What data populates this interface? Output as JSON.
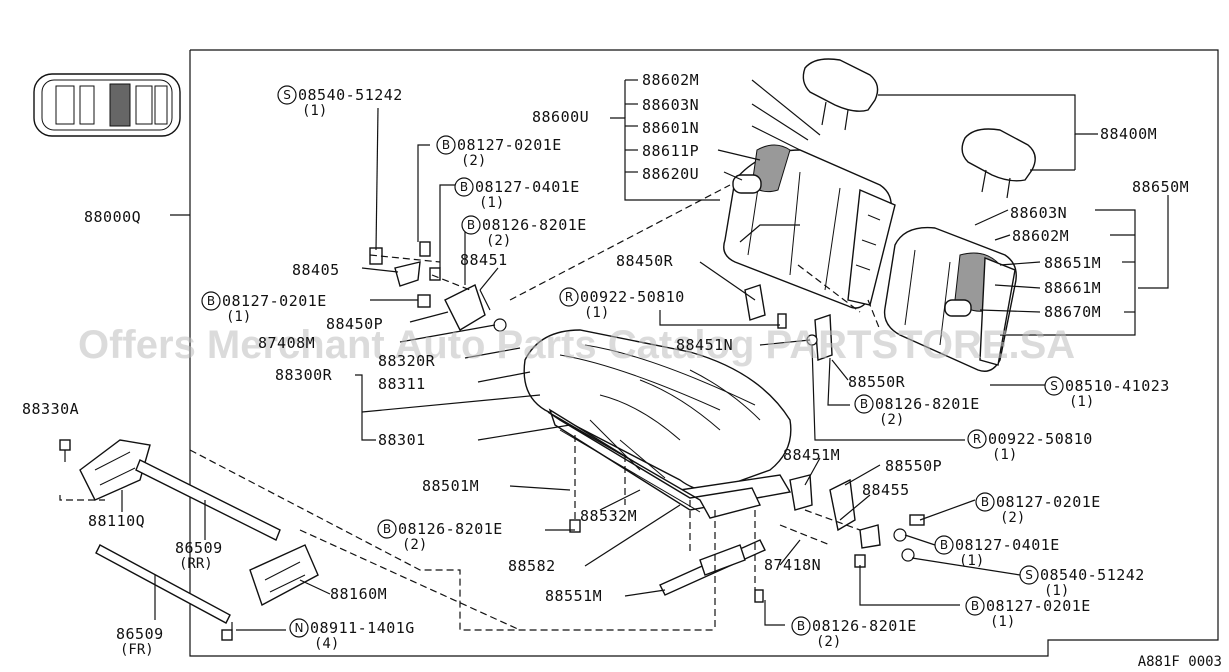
{
  "diagram_code": "A881F 0003",
  "watermark": "Offers Merchant Auto Parts Catalog PARTSTORE.SA",
  "parts": [
    {
      "prefix": "S",
      "number": "08540-51242",
      "qty": "(1)"
    },
    {
      "prefix": "B",
      "number": "08127-0201E",
      "qty": "(2)"
    },
    {
      "prefix": "B",
      "number": "08127-0401E",
      "qty": "(1)"
    },
    {
      "prefix": "B",
      "number": "08126-8201E",
      "qty": "(2)"
    },
    {
      "prefix": "",
      "number": "88405",
      "qty": ""
    },
    {
      "prefix": "",
      "number": "88451",
      "qty": ""
    },
    {
      "prefix": "B",
      "number": "08127-0201E",
      "qty": "(1)"
    },
    {
      "prefix": "",
      "number": "88450P",
      "qty": ""
    },
    {
      "prefix": "",
      "number": "87408M",
      "qty": ""
    },
    {
      "prefix": "",
      "number": "88320R",
      "qty": ""
    },
    {
      "prefix": "",
      "number": "88300R",
      "qty": ""
    },
    {
      "prefix": "",
      "number": "88311",
      "qty": ""
    },
    {
      "prefix": "",
      "number": "88301",
      "qty": ""
    },
    {
      "prefix": "",
      "number": "88000Q",
      "qty": ""
    },
    {
      "prefix": "",
      "number": "88330A",
      "qty": ""
    },
    {
      "prefix": "",
      "number": "88110Q",
      "qty": ""
    },
    {
      "prefix": "",
      "number": "86509",
      "qty": "(RR)"
    },
    {
      "prefix": "",
      "number": "86509",
      "qty": "(FR)"
    },
    {
      "prefix": "",
      "number": "88160M",
      "qty": ""
    },
    {
      "prefix": "N",
      "number": "08911-1401G",
      "qty": "(4)"
    },
    {
      "prefix": "",
      "number": "88501M",
      "qty": ""
    },
    {
      "prefix": "",
      "number": "88532M",
      "qty": ""
    },
    {
      "prefix": "B",
      "number": "08126-8201E",
      "qty": "(2)"
    },
    {
      "prefix": "",
      "number": "88582",
      "qty": ""
    },
    {
      "prefix": "",
      "number": "88551M",
      "qty": ""
    },
    {
      "prefix": "B",
      "number": "08126-8201E",
      "qty": "(2)"
    },
    {
      "prefix": "",
      "number": "87418N",
      "qty": ""
    },
    {
      "prefix": "",
      "number": "88602M",
      "qty": ""
    },
    {
      "prefix": "",
      "number": "88603N",
      "qty": ""
    },
    {
      "prefix": "",
      "number": "88600U",
      "qty": ""
    },
    {
      "prefix": "",
      "number": "88601N",
      "qty": ""
    },
    {
      "prefix": "",
      "number": "88611P",
      "qty": ""
    },
    {
      "prefix": "",
      "number": "88620U",
      "qty": ""
    },
    {
      "prefix": "",
      "number": "88400M",
      "qty": ""
    },
    {
      "prefix": "",
      "number": "88650M",
      "qty": ""
    },
    {
      "prefix": "",
      "number": "88603N",
      "qty": ""
    },
    {
      "prefix": "",
      "number": "88602M",
      "qty": ""
    },
    {
      "prefix": "",
      "number": "88651M",
      "qty": ""
    },
    {
      "prefix": "",
      "number": "88661M",
      "qty": ""
    },
    {
      "prefix": "",
      "number": "88670M",
      "qty": ""
    },
    {
      "prefix": "",
      "number": "88450R",
      "qty": ""
    },
    {
      "prefix": "R",
      "number": "00922-50810",
      "qty": "(1)"
    },
    {
      "prefix": "",
      "number": "88451N",
      "qty": ""
    },
    {
      "prefix": "",
      "number": "88550R",
      "qty": ""
    },
    {
      "prefix": "B",
      "number": "08126-8201E",
      "qty": "(2)"
    },
    {
      "prefix": "S",
      "number": "08510-41023",
      "qty": "(1)"
    },
    {
      "prefix": "R",
      "number": "00922-50810",
      "qty": "(1)"
    },
    {
      "prefix": "",
      "number": "88451M",
      "qty": ""
    },
    {
      "prefix": "",
      "number": "88550P",
      "qty": ""
    },
    {
      "prefix": "",
      "number": "88455",
      "qty": ""
    },
    {
      "prefix": "B",
      "number": "08127-0201E",
      "qty": "(2)"
    },
    {
      "prefix": "B",
      "number": "08127-0401E",
      "qty": "(1)"
    },
    {
      "prefix": "S",
      "number": "08540-51242",
      "qty": "(1)"
    },
    {
      "prefix": "B",
      "number": "08127-0201E",
      "qty": "(1)"
    }
  ]
}
